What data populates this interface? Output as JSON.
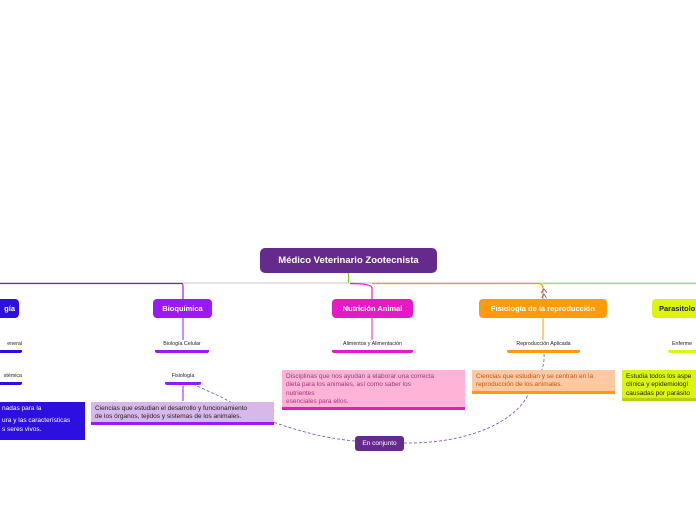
{
  "root": {
    "title": "Médico Veterinario Zootecnista"
  },
  "topics": {
    "biologia": {
      "label": "gía",
      "color": "#2d0fe0"
    },
    "bioquimica": {
      "label": "Bioquímica",
      "color": "#9b19f5"
    },
    "nutricion": {
      "label": "Nutrición Animal",
      "color": "#e619c8"
    },
    "fisiologia_reproduccion": {
      "label": "Fisiología de la reproducción",
      "color": "#ff9b0a"
    },
    "parasitologia": {
      "label": "Parasitolo",
      "color": "#dbf50f"
    }
  },
  "subtopics": {
    "general": {
      "label": "eneral"
    },
    "sistemica": {
      "label": "stémica"
    },
    "biologia_celular": {
      "label": "Biología Celular"
    },
    "fisiologia": {
      "label": "Fisiología"
    },
    "alimentos": {
      "label": "Alimentos y Alimentación"
    },
    "reproduccion": {
      "label": "Reproducción Aplicada"
    },
    "enfermedades": {
      "label": "Enferme"
    }
  },
  "notes": {
    "biologia": {
      "lines": [
        "nadas para la",
        "",
        "ura y las características",
        "s seres vivos."
      ]
    },
    "bioquimica": {
      "lines": [
        "Ciencias que estudian el desarrollo y funcionamiento",
        "de los órganos, tejidos y sistemas de los animales."
      ]
    },
    "nutricion": {
      "lines": [
        "Disciplinas que nos ayudan a elaborar una correcta",
        "dieta para los animales, así como saber los",
        "nutrientes",
        "esenciales para ellos."
      ]
    },
    "reproduccion": {
      "lines": [
        "Ciencias que estudian y se centran en la",
        "reproducción de los animales."
      ]
    },
    "parasitologia": {
      "lines": [
        "Estudia todos los aspe",
        "clínica y epidemiologí",
        "causadas por parásito"
      ]
    }
  },
  "relationship": {
    "label": "En conjunto"
  },
  "colors": {
    "root": "#652b8c",
    "note_biologia": "#2d0fe0",
    "note_bioquimica": "#d7b8e8",
    "note_nutricion": "#ffb3d6",
    "note_reproduccion": "#ffc9a3",
    "note_parasitologia": "#dbf50f",
    "relationship_line": "#7a4aa8"
  }
}
